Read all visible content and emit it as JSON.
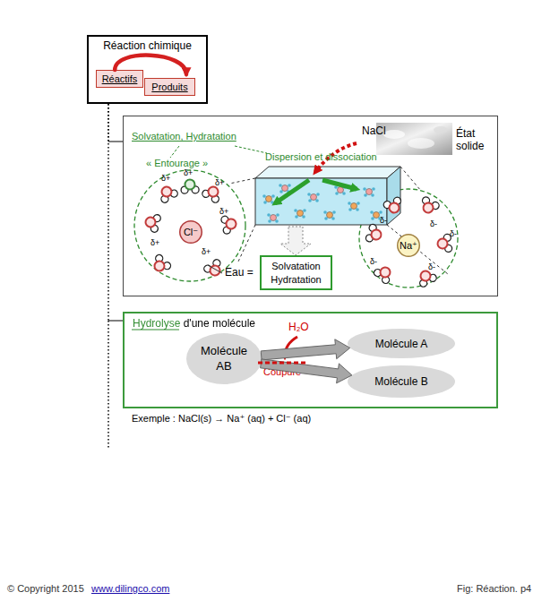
{
  "diagram": {
    "nodes": [
      {
        "text": [
          "Réaction chimique"
        ]
      },
      {
        "text": [
          "Réactifs"
        ],
        "in": 0
      },
      {
        "text": [
          "Produits"
        ],
        "in": 0
      },
      {
        "text": [
          "Solvatation, Hydratation"
        ]
      },
      {
        "text": [
          "Cl⁻"
        ],
        "in": 3
      },
      {
        "text": [
          "Na⁺"
        ],
        "in": 3
      },
      {
        "text": [
          "Solvatation Hydratation"
        ],
        "in": 3
      },
      {
        "text": [
          "Hydrolyse d'une molécule"
        ]
      },
      {
        "text": [
          "Molécule AB"
        ],
        "in": 7
      },
      {
        "text": [
          "Molécule A"
        ],
        "in": 7
      },
      {
        "text": [
          "Molécule B"
        ],
        "in": 7
      }
    ],
    "edges": [
      {
        "from": 1,
        "to": 2,
        "arrow": "to"
      },
      {
        "from": 0,
        "to": 3,
        "arrow": "none"
      },
      {
        "from": 0,
        "to": 7,
        "arrow": "none"
      },
      {
        "from": 8,
        "to": 9,
        "arrow": "to"
      },
      {
        "from": 8,
        "to": 10,
        "arrow": "to"
      }
    ],
    "labels": [
      "« Entourage »",
      "Dispersion et dissociation",
      "NaCl",
      "État solide",
      "δ+",
      "δ+",
      "δ+",
      "δ+",
      "δ+",
      "δ+",
      "δ-",
      "δ-",
      "δ-",
      "δ-",
      "δ-",
      "Eau =",
      "H₂O",
      "Coupure",
      "Exemple : NaCl(s) → Na⁺ (aq) + Cl⁻ (aq)",
      "© Copyright 2015",
      "www.dilingco.com",
      "Fig: Réaction. p4"
    ]
  }
}
